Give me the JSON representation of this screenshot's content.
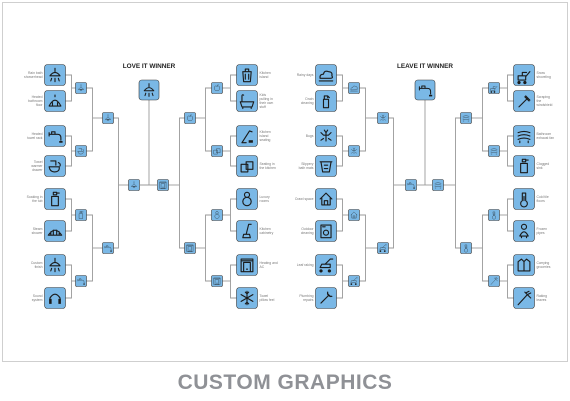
{
  "footer_title": "CUSTOM GRAPHICS",
  "colors": {
    "tile": "#7ab8e6",
    "tile_stroke": "#3a3a3a",
    "line": "#9a9a9a",
    "icon": "#1b1b1b"
  },
  "brackets": [
    {
      "heading": "LOVE IT WINNER",
      "winner_icon": "shower-head-icon",
      "left": {
        "r1": [
          {
            "label": "Rain bath showerhead",
            "icon": "shower-head-icon"
          },
          {
            "label": "Heated bathroom floor",
            "icon": "dome-icon"
          },
          {
            "label": "Heated towel rack",
            "icon": "faucet-icon"
          },
          {
            "label": "Towel warmer drawer",
            "icon": "bidet-icon"
          },
          {
            "label": "Soaking in the tub",
            "icon": "soap-bottle-icon"
          },
          {
            "label": "Steam shower",
            "icon": "sauna-icon"
          },
          {
            "label": "Custom finish",
            "icon": "shower-head-icon"
          },
          {
            "label": "Sound system",
            "icon": "headphones-icon"
          }
        ],
        "r2": [
          "ceiling-lamp-icon",
          "bidet-icon",
          "soap-bottle-icon",
          "faucet-icon"
        ],
        "r3": [
          "ceiling-lamp-icon",
          "faucet-icon"
        ],
        "r4": "ceiling-lamp-icon"
      },
      "right": {
        "r1": [
          {
            "label": "Kitchen island",
            "icon": "trash-bin-icon"
          },
          {
            "label": "Kids pulling in their own stuff",
            "icon": "bathtub-icon"
          },
          {
            "label": "Kitchen island seating",
            "icon": "hockey-icon"
          },
          {
            "label": "Seating in the kitchen",
            "icon": "dishes-icon"
          },
          {
            "label": "Luxury rooms",
            "icon": "snowman-icon"
          },
          {
            "label": "Kitchen cabinetry",
            "icon": "vacuum-icon"
          },
          {
            "label": "Heating and AC",
            "icon": "fireplace-icon"
          },
          {
            "label": "Towel pillow feel",
            "icon": "snowflake-icon"
          }
        ],
        "r2": [
          "apple-icon",
          "dishes-icon",
          "snowman-icon",
          "fireplace-icon"
        ],
        "r3": [
          "apple-icon",
          "fireplace-icon"
        ],
        "r4": "fireplace-icon"
      }
    },
    {
      "heading": "LEAVE IT WINNER",
      "winner_icon": "faucet-icon",
      "left": {
        "r1": [
          {
            "label": "Rainy days",
            "icon": "cloud-icon"
          },
          {
            "label": "Drain cleaning",
            "icon": "spray-bottle-icon"
          },
          {
            "label": "Bugs",
            "icon": "insect-icon"
          },
          {
            "label": "Slippery bath mats",
            "icon": "bath-mat-icon"
          },
          {
            "label": "Crawl space",
            "icon": "house-icon"
          },
          {
            "label": "Outdoor cleaning",
            "icon": "dryer-icon"
          },
          {
            "label": "Leaf raking",
            "icon": "lawnmower-icon"
          },
          {
            "label": "Plumbing repairs",
            "icon": "wrench-icon"
          }
        ],
        "r2": [
          "cloud-icon",
          "insect-icon",
          "house-icon",
          "lawnmower-icon"
        ],
        "r3": [
          "insect-icon",
          "lawnmower-icon"
        ],
        "r4": "faucet-icon"
      },
      "right": {
        "r1": [
          {
            "label": "Snow shoveling",
            "icon": "snow-blower-icon"
          },
          {
            "label": "Scraping the windshield",
            "icon": "scraper-icon"
          },
          {
            "label": "Bathroom exhaust fan",
            "icon": "fan-icon"
          },
          {
            "label": "Clogged sink",
            "icon": "soap-bottle-icon"
          },
          {
            "label": "Cold tile floors",
            "icon": "thermometer-icon"
          },
          {
            "label": "Frozen pipes",
            "icon": "woman-icon"
          },
          {
            "label": "Carrying groceries",
            "icon": "coat-icon"
          },
          {
            "label": "Raking leaves",
            "icon": "rake-icon"
          }
        ],
        "r2": [
          "snow-blower-icon",
          "fan-icon",
          "thermometer-icon",
          "rake-icon"
        ],
        "r3": [
          "fan-icon",
          "thermometer-icon"
        ],
        "r4": "fan-icon"
      }
    }
  ]
}
